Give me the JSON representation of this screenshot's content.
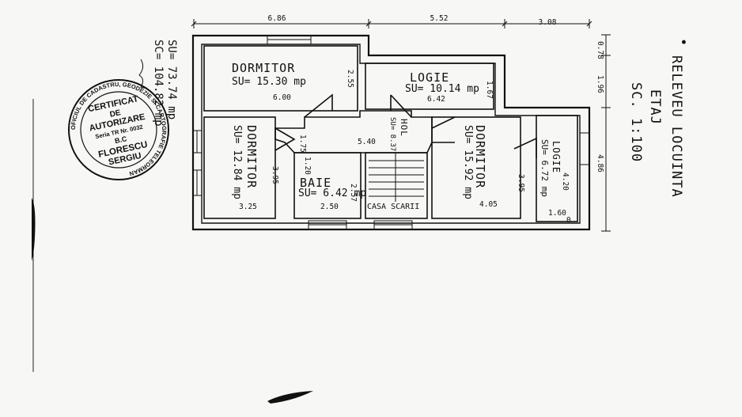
{
  "title": {
    "line1": "RELEVEU LOCUINTA",
    "line2": "ETAJ",
    "line3": "SC. 1:100",
    "bullet": "•"
  },
  "summary": {
    "su": "SU= 73.74 mp",
    "sc": "SC= 104.82 mp"
  },
  "stamp": {
    "ring_text": "OFICIUL DE CADASTRU, GEODEZIE SI CARTOGRAFIE TELEORMAN",
    "line1": "CERTIFICAT",
    "line2": "DE",
    "line3": "AUTORIZARE",
    "line4": "Seria TR Nr. 0032",
    "line5": "B.C",
    "line6": "FLORESCU",
    "line7": "SERGIU"
  },
  "rooms": {
    "dormitor1": {
      "name": "DORMITOR",
      "area": "SU= 15.30 mp"
    },
    "logie1": {
      "name": "LOGIE",
      "area": "SU= 10.14 mp"
    },
    "dormitor2": {
      "name": "DORMITOR",
      "area": "SU= 12.84 mp"
    },
    "hol": {
      "name": "HOL",
      "area": "SU= 8.37"
    },
    "baie": {
      "name": "BAIE",
      "area": "SU= 6.42 mp"
    },
    "casa_scarii": {
      "name": "CASA SCARII"
    },
    "dormitor3": {
      "name": "DORMITOR",
      "area": "SU= 15.92 mp"
    },
    "logie2": {
      "name": "LOGIE",
      "area": "SU= 6.72 mp"
    }
  },
  "dimensions": {
    "top1": "6.86",
    "top2": "5.52",
    "top3": "3.08",
    "right1": "0.78",
    "right2": "1.96",
    "right3": "4.86",
    "d_6_00": "6.00",
    "d_2_55": "2.55",
    "d_6_42": "6.42",
    "d_1_67": "1.67",
    "d_5_40": "5.40",
    "d_1_75": "1.75",
    "d_3_95a": "3.95",
    "d_3_25": "3.25",
    "d_1_20": "1.20",
    "d_2_57": "2.57",
    "d_2_50": "2.50",
    "d_4_05": "4.05",
    "d_3_95b": "3.95",
    "d_4_20": "4.20",
    "d_1_60": "1.60",
    "d_0": "0"
  }
}
